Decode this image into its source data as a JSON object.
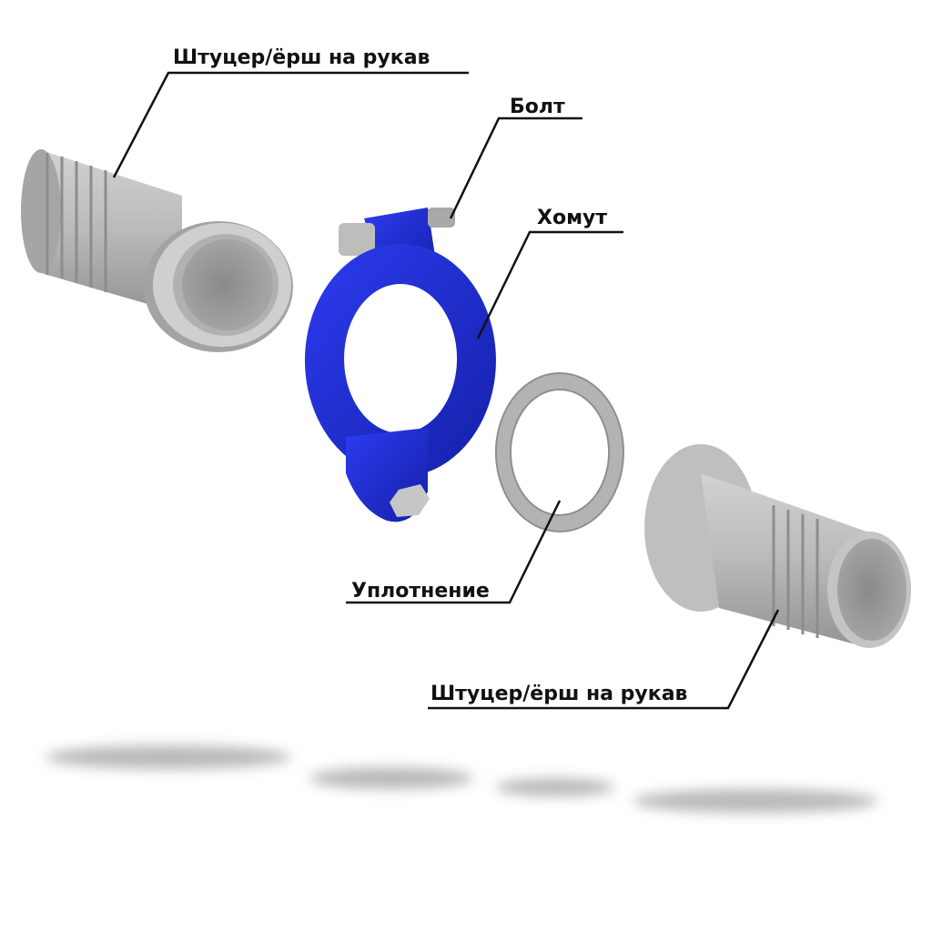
{
  "labels": {
    "fitting_top": "Штуцер/ёрш на рукав",
    "bolt": "Болт",
    "clamp": "Хомут",
    "seal": "Уплотнение",
    "fitting_bottom": "Штуцер/ёрш на рукав"
  },
  "colors": {
    "clamp_blue": "#1f2fd6",
    "metal_grey": "#b4b4b2",
    "metal_dark": "#8e8e8c"
  }
}
